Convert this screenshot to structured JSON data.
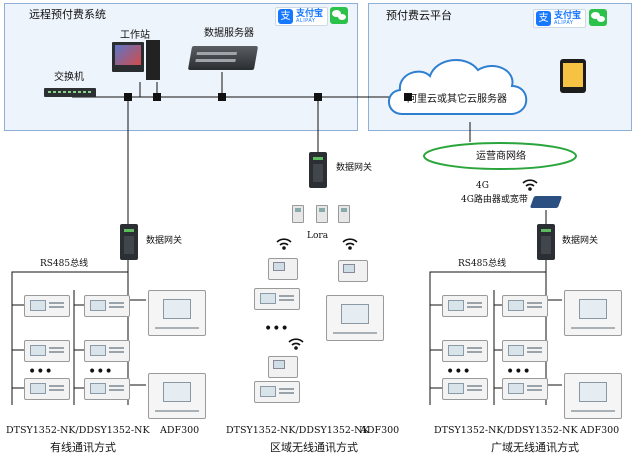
{
  "remote_system": {
    "title": "远程预付费系统",
    "workstation": "工作站",
    "switch": "交换机",
    "data_server": "数据服务器"
  },
  "cloud_platform": {
    "title": "预付费云平台",
    "cloud_label": "阿里云或其它云服务器"
  },
  "payment": {
    "alipay_cn": "支付宝",
    "alipay_en": "ALIPAY",
    "alipay_glyph": "支"
  },
  "network": {
    "carrier": "运营商网络",
    "fourg": "4G",
    "router": "4G路由器或宽带"
  },
  "gateways": {
    "left": "数据网关",
    "middle": "数据网关",
    "right": "数据网关"
  },
  "labels": {
    "rs485_left": "RS485总线",
    "rs485_right": "RS485总线",
    "lora": "Lora",
    "dots": "•••"
  },
  "bottom": {
    "left_models": "DTSY1352-NK/DDSY1352-NK",
    "left_adf": "ADF300",
    "left_caption": "有线通讯方式",
    "middle_models": "DTSY1352-NK/DDSY1352-NK",
    "middle_adf": "ADF300",
    "middle_caption": "区域无线通讯方式",
    "right_models": "DTSY1352-NK/DDSY1352-NK",
    "right_adf": "ADF300",
    "right_caption": "广域无线通讯方式"
  },
  "colors": {
    "panel_bg": "#eef4fb",
    "panel_border": "#8fb0d6",
    "cloud_stroke": "#2f7fd1",
    "carrier_stroke": "#2aa53b",
    "alipay_blue": "#1677ff",
    "wechat_green": "#2cc14a"
  },
  "icons": [
    "workstation-icon",
    "switch-icon",
    "server-icon",
    "cloud-icon",
    "tablet-icon",
    "wifi-icon",
    "router-icon",
    "gateway-icon",
    "meter-icon",
    "adf300-icon",
    "lora-node-icon",
    "alipay-icon",
    "wechat-icon"
  ]
}
